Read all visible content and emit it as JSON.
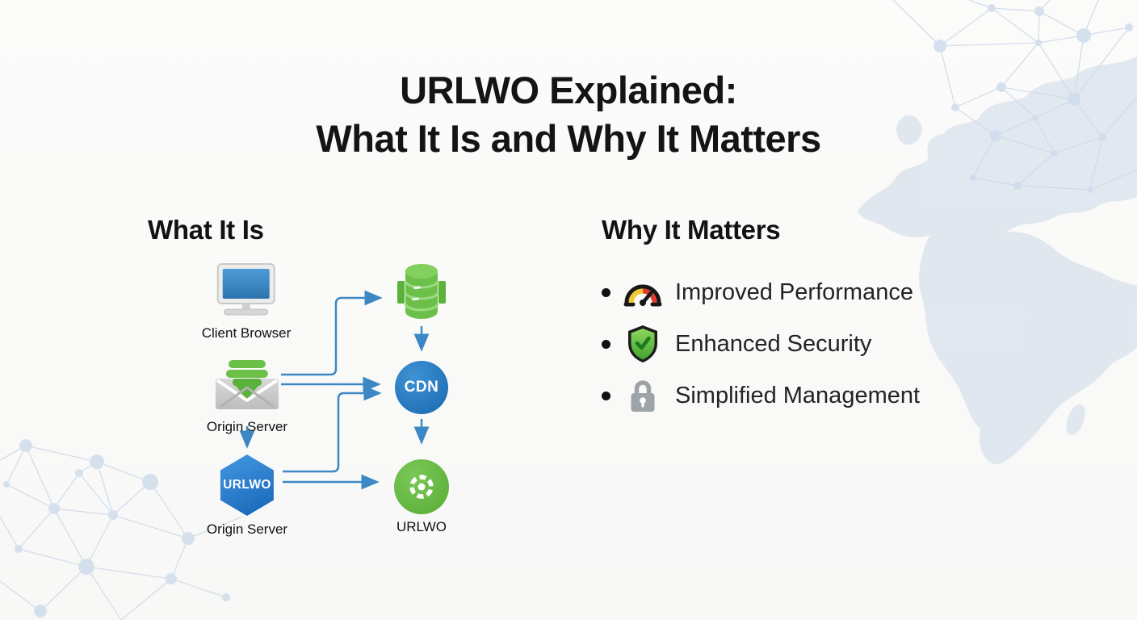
{
  "title": {
    "line1": "URLWO Explained:",
    "line2": "What It Is and Why It Matters"
  },
  "sections": {
    "left_heading": "What It Is",
    "right_heading": "Why It Matters"
  },
  "diagram": {
    "nodes": [
      {
        "name": "client-browser",
        "icon": "monitor-icon",
        "label": "Client Browser"
      },
      {
        "name": "origin-server-top",
        "icon": "mail-server-icon",
        "label": "Origin Server"
      },
      {
        "name": "origin-server-urlwo",
        "icon": "hexagon-icon",
        "badge": "URLWO",
        "label": "Origin Server"
      },
      {
        "name": "cache-database",
        "icon": "database-icon"
      },
      {
        "name": "cdn",
        "icon": "circle-icon",
        "label": "CDN"
      },
      {
        "name": "urlwo-endpoint",
        "icon": "aperture-circle-icon",
        "label": "URLWO"
      }
    ],
    "flows": [
      "origin-server-top -> cache-database",
      "origin-server-top -> cdn",
      "origin-server-top -> origin-server-urlwo",
      "origin-server-urlwo -> cdn",
      "origin-server-urlwo -> urlwo-endpoint",
      "cache-database -> cdn",
      "cdn -> urlwo-endpoint"
    ]
  },
  "benefits": [
    {
      "icon": "speedometer-icon",
      "label": "Improved Performance"
    },
    {
      "icon": "shield-check-icon",
      "label": "Enhanced Security"
    },
    {
      "icon": "padlock-icon",
      "label": "Simplified Management"
    }
  ],
  "colors": {
    "background": "#fafaf9",
    "arrow_blue": "#3c88c4",
    "node_blue": "#2b7ec6",
    "node_green": "#6abc45",
    "server_green": "#6cc04a",
    "gauge_yellow": "#f2c832",
    "gauge_red": "#e23b2e",
    "shield_green": "#4caf35",
    "lock_gray": "#9ea3a8",
    "map_fill": "#dde4ee",
    "network_line": "#ccd9e9",
    "text_dark": "#141414"
  }
}
